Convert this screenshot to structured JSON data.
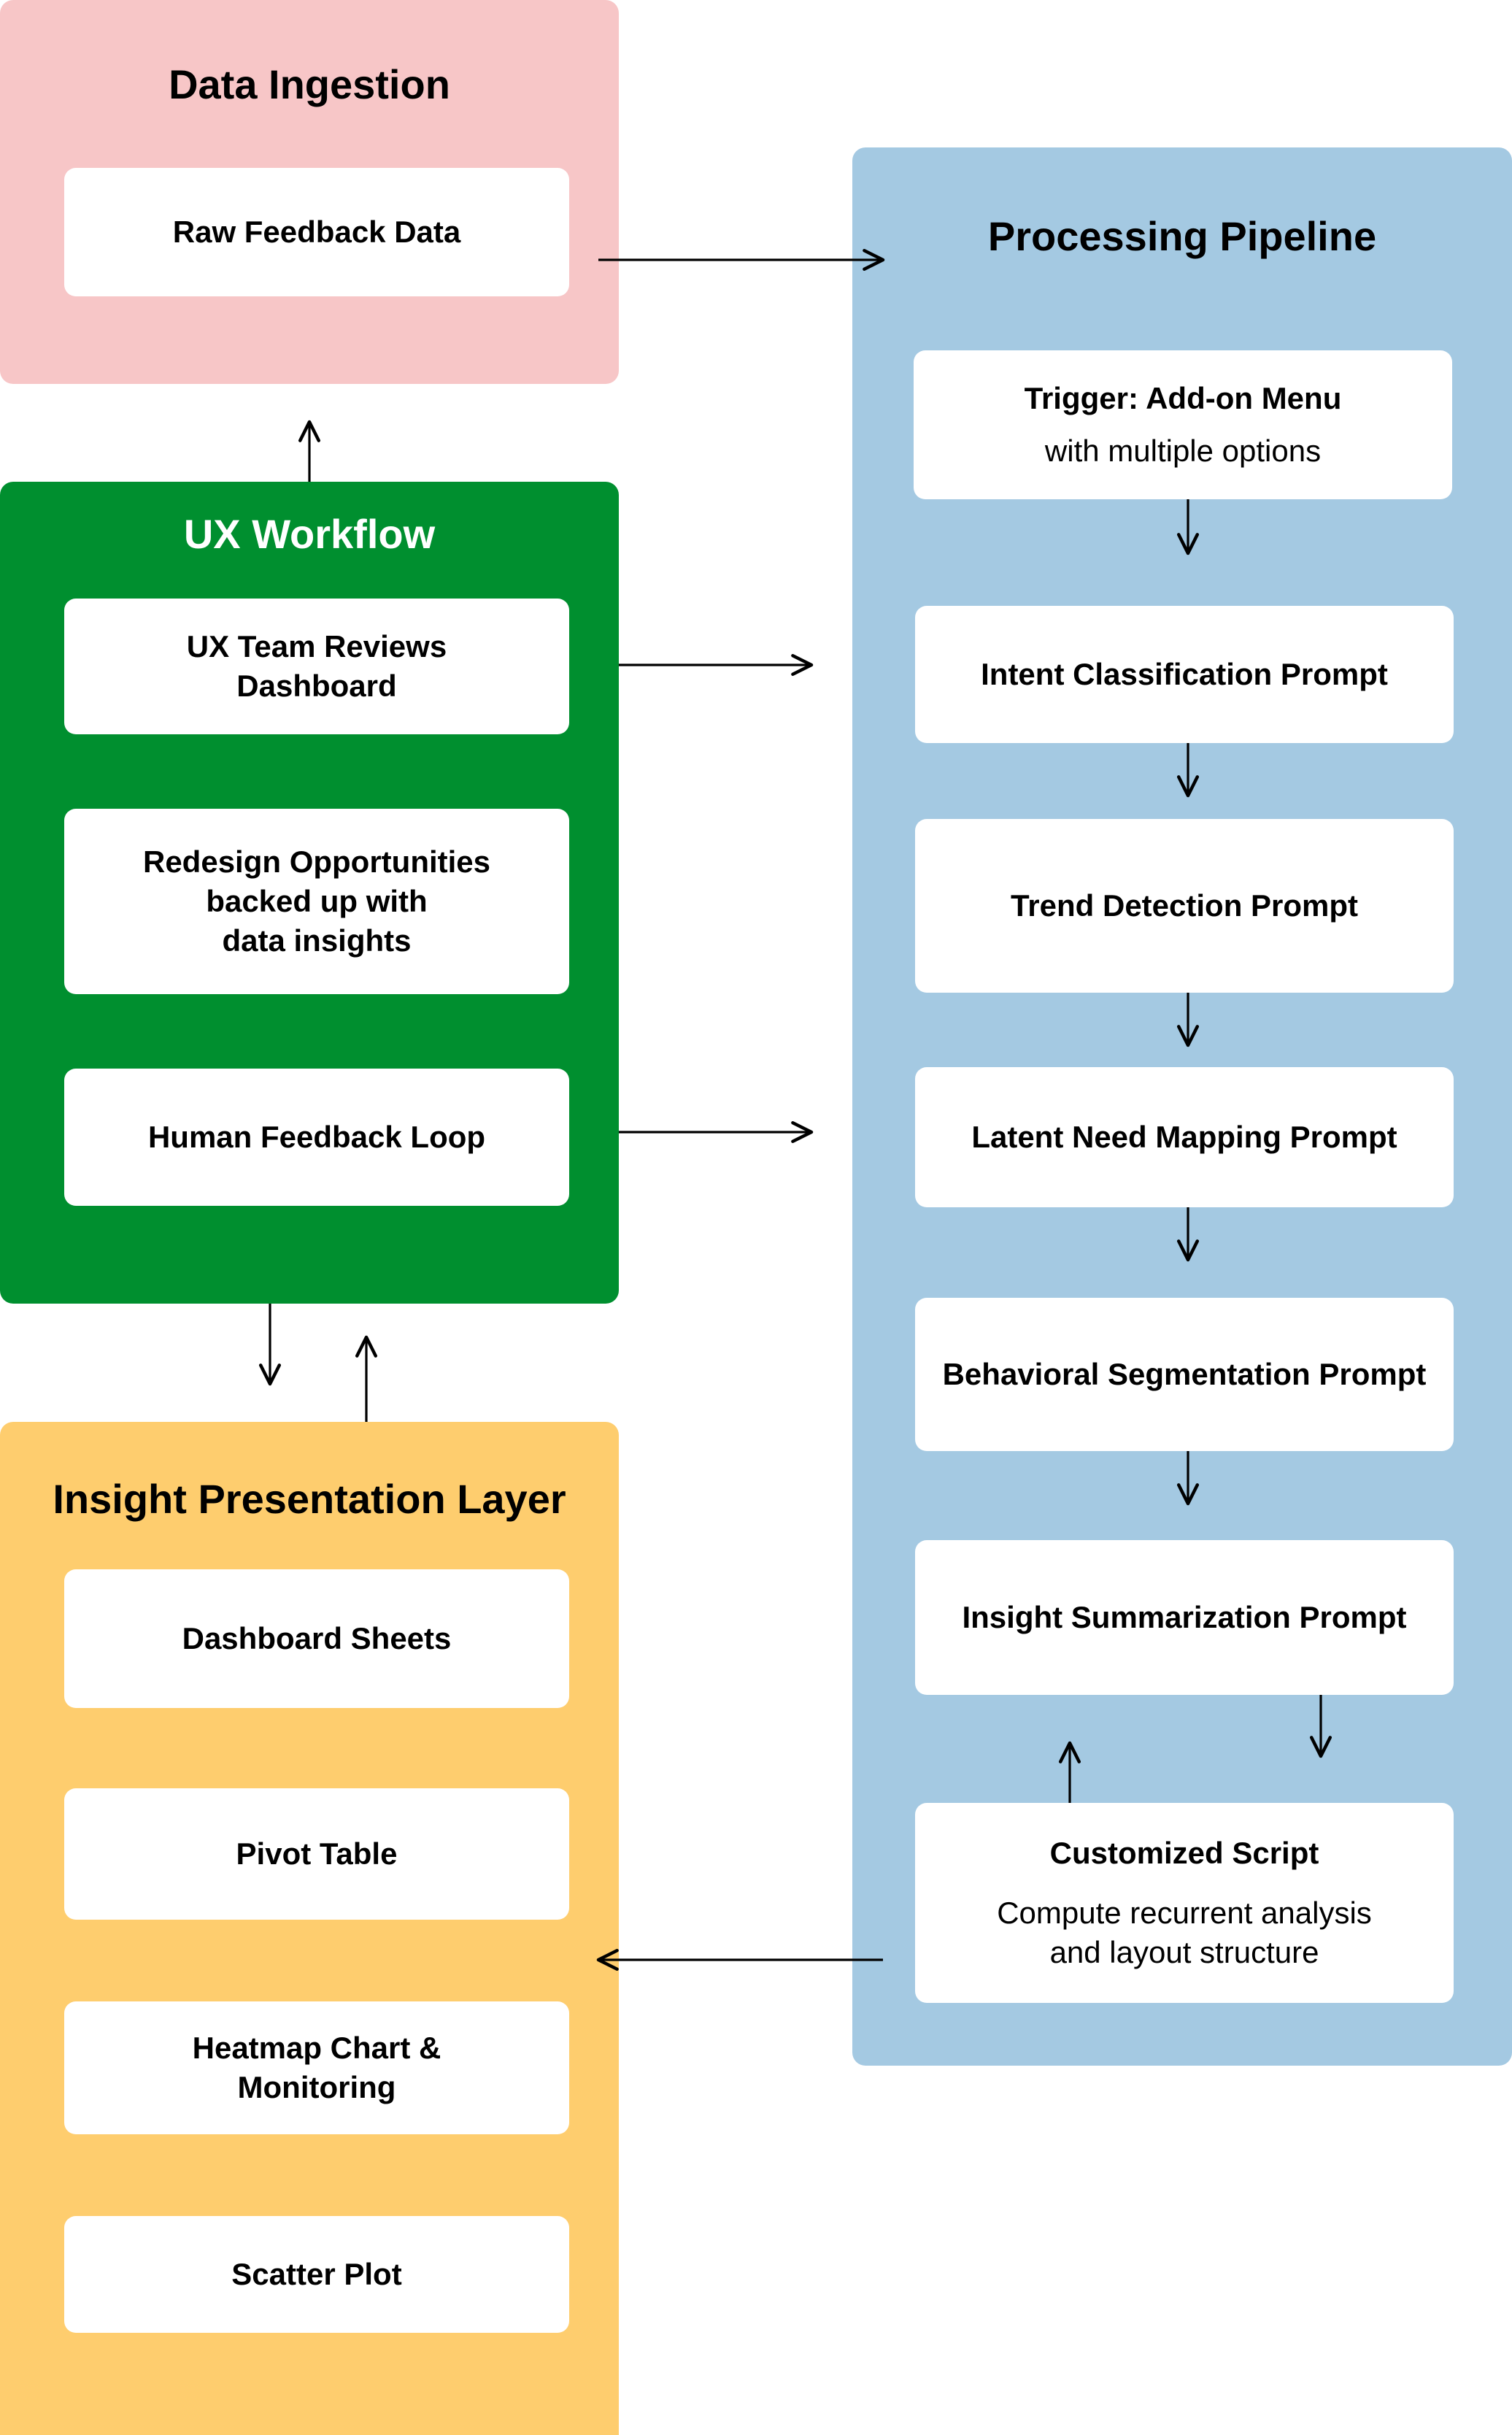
{
  "colors": {
    "ingestion": "#f7c6c7",
    "workflow": "#008f2f",
    "pipeline": "#a4c9e2",
    "presentation": "#fecd6e",
    "card": "#ffffff",
    "arrow": "#000000"
  },
  "ingestion": {
    "title": "Data Ingestion",
    "raw_feedback": "Raw Feedback Data"
  },
  "workflow": {
    "title": "UX Workflow",
    "team_reviews": "UX Team Reviews\nDashboard",
    "redesign": "Redesign Opportunities\nbacked up with\ndata insights",
    "feedback_loop": "Human Feedback Loop"
  },
  "pipeline": {
    "title": "Processing Pipeline",
    "trigger_title": "Trigger: Add-on Menu",
    "trigger_sub": "with multiple options",
    "intent": "Intent Classification Prompt",
    "trend": "Trend Detection Prompt",
    "latent": "Latent Need Mapping Prompt",
    "behavioral": "Behavioral Segmentation Prompt",
    "summary": "Insight Summarization Prompt",
    "script_title": "Customized Script",
    "script_sub": "Compute recurrent analysis\nand layout structure"
  },
  "presentation": {
    "title": "Insight Presentation Layer",
    "dashboard_sheets": "Dashboard Sheets",
    "pivot": "Pivot Table",
    "heatmap": "Heatmap Chart &\nMonitoring",
    "scatter": "Scatter Plot"
  }
}
